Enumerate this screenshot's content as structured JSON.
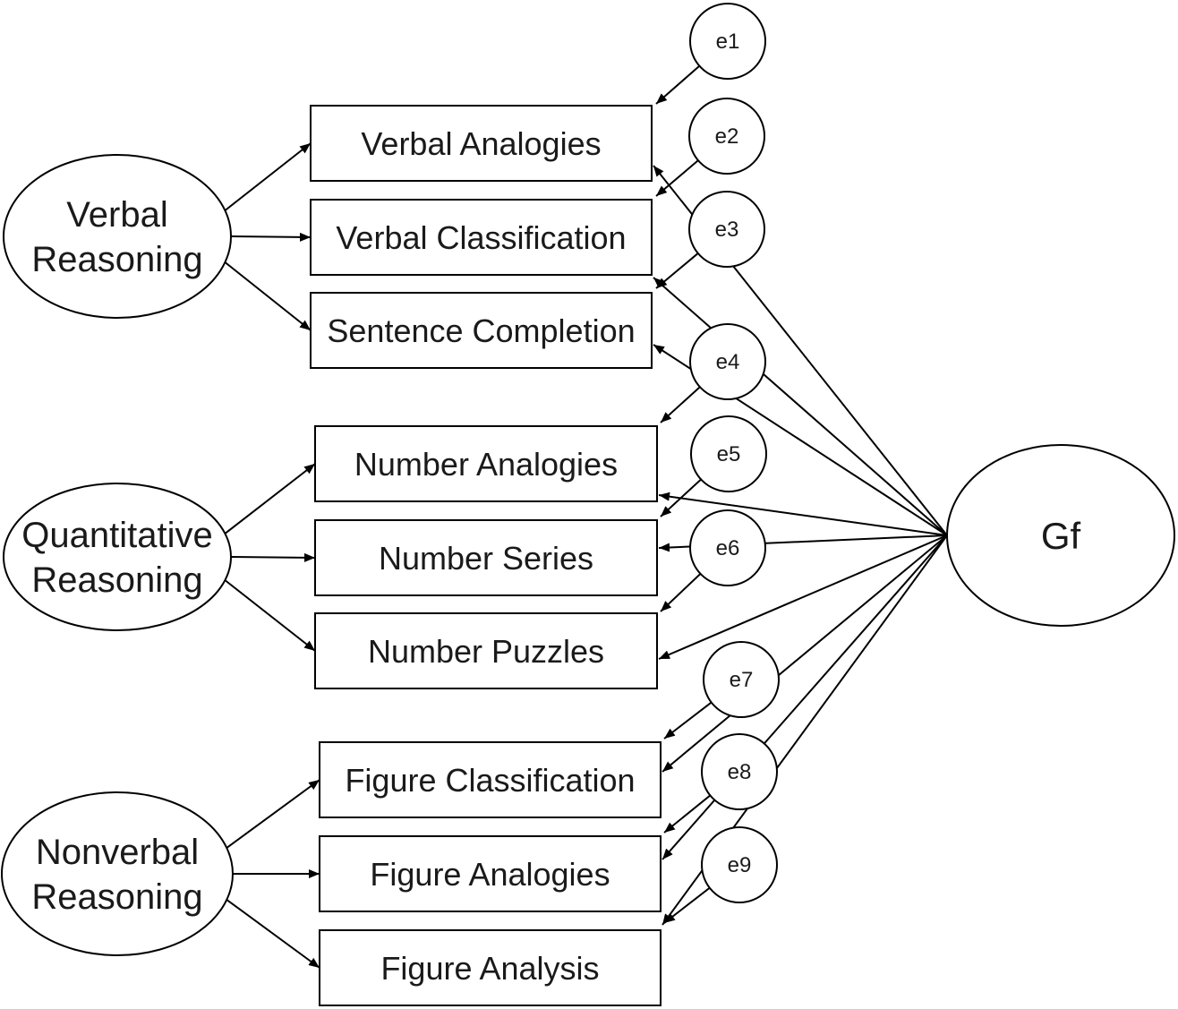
{
  "diagram": {
    "type": "structural-equation-model",
    "general_factor": {
      "id": "gf",
      "label": "Gf"
    },
    "factors": [
      {
        "id": "vr",
        "label_lines": [
          "Verbal",
          "Reasoning"
        ]
      },
      {
        "id": "qr",
        "label_lines": [
          "Quantitative",
          "Reasoning"
        ]
      },
      {
        "id": "nr",
        "label_lines": [
          "Nonverbal",
          "Reasoning"
        ]
      }
    ],
    "indicators": [
      {
        "id": "va",
        "label": "Verbal Analogies",
        "factor": "vr",
        "error": "e1"
      },
      {
        "id": "vc",
        "label": "Verbal Classification",
        "factor": "vr",
        "error": "e2"
      },
      {
        "id": "sc",
        "label": "Sentence Completion",
        "factor": "vr",
        "error": "e3"
      },
      {
        "id": "na",
        "label": "Number Analogies",
        "factor": "qr",
        "error": "e4"
      },
      {
        "id": "ns",
        "label": "Number Series",
        "factor": "qr",
        "error": "e5"
      },
      {
        "id": "np",
        "label": "Number Puzzles",
        "factor": "qr",
        "error": "e6"
      },
      {
        "id": "fc",
        "label": "Figure Classification",
        "factor": "nr",
        "error": "e7"
      },
      {
        "id": "fa",
        "label": "Figure Analogies",
        "factor": "nr",
        "error": "e8"
      },
      {
        "id": "fan",
        "label": "Figure Analysis",
        "factor": "nr",
        "error": "e9"
      }
    ],
    "errors": [
      "e1",
      "e2",
      "e3",
      "e4",
      "e5",
      "e6",
      "e7",
      "e8",
      "e9"
    ],
    "colors": {
      "stroke": "#000000",
      "fill": "#ffffff",
      "text": "#1a1a1a"
    }
  }
}
